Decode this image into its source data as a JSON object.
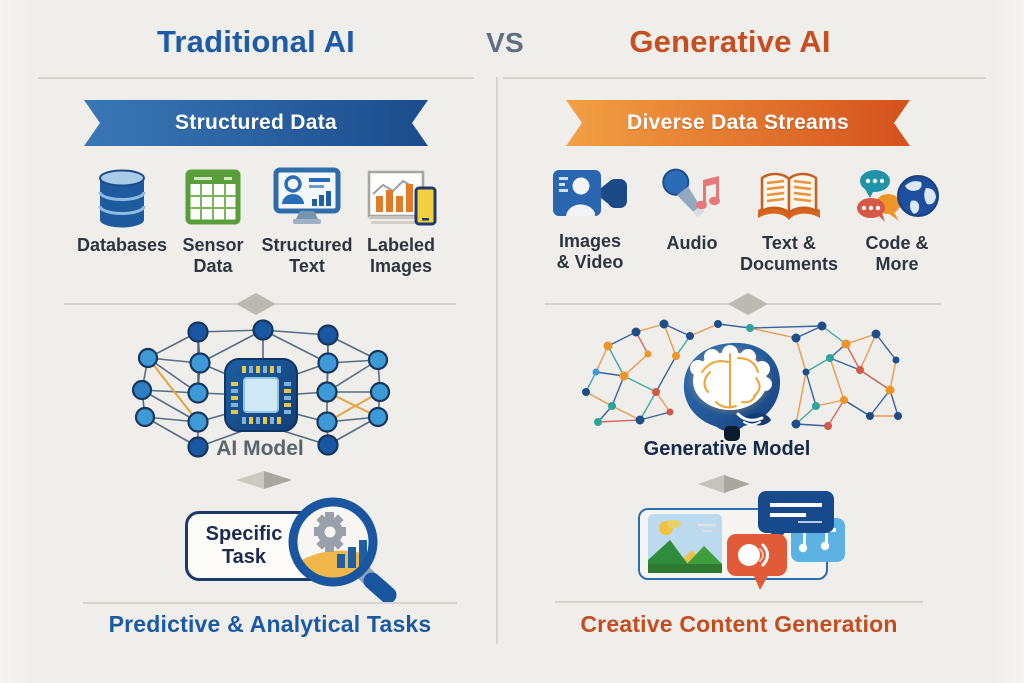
{
  "header": {
    "left_title": "Traditional AI",
    "vs": "VS",
    "right_title": "Generative AI"
  },
  "left": {
    "banner": "Structured Data",
    "inputs": [
      {
        "label": "Databases",
        "icon": "database-icon"
      },
      {
        "label": "Sensor Data",
        "icon": "table-grid-icon"
      },
      {
        "label": "Structured Text",
        "icon": "monitor-report-icon"
      },
      {
        "label": "Labeled Images",
        "icon": "chart-phone-icon"
      }
    ],
    "model_label": "AI Model",
    "task_label": "Specific Task",
    "caption": "Predictive & Analytical Tasks"
  },
  "right": {
    "banner": "Diverse Data Streams",
    "inputs": [
      {
        "label": "Images & Video",
        "icon": "photo-video-icon"
      },
      {
        "label": "Audio",
        "icon": "microphone-note-icon"
      },
      {
        "label": "Text & Documents",
        "icon": "open-book-icon"
      },
      {
        "label": "Code & More",
        "icon": "chat-globe-icon"
      }
    ],
    "model_label": "Generative Model",
    "caption": "Creative Content Generation"
  },
  "colors": {
    "background": "#f0eeea",
    "traditional_blue": "#1e5ba6",
    "generative_orange": "#c64e20",
    "vs_gray": "#5d6f80",
    "banner_blue_start": "#3a77b6",
    "banner_blue_end": "#1b4c8c",
    "banner_orange_start": "#f2a044",
    "banner_orange_end": "#d4511c",
    "caption_blue": "#1b5aa2",
    "caption_orange": "#c44d20",
    "divider_gray": "#d6d3cd",
    "arrow_gray": "#b5b1ab"
  }
}
